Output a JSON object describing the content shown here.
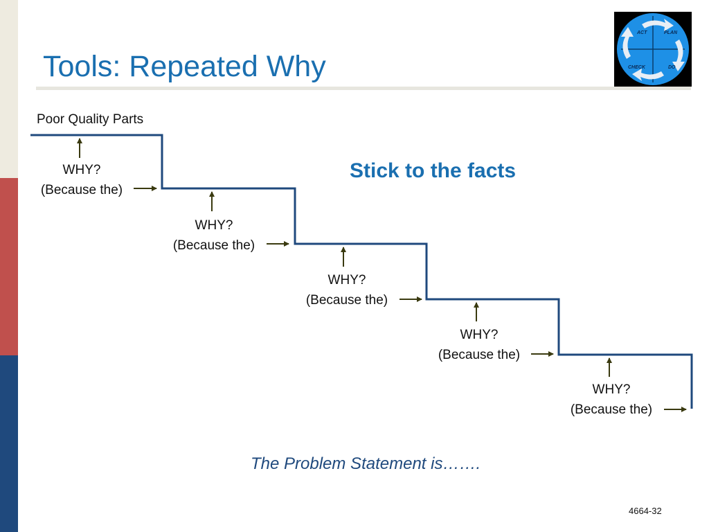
{
  "slide": {
    "title": "Tools: Repeated Why",
    "start_label": "Poor Quality Parts",
    "steps": [
      {
        "why": "WHY?",
        "because": "(Because the)"
      },
      {
        "why": "WHY?",
        "because": "(Because the)"
      },
      {
        "why": "WHY?",
        "because": "(Because the)"
      },
      {
        "why": "WHY?",
        "because": "(Because the)"
      },
      {
        "why": "WHY?",
        "because": "(Because the)"
      }
    ],
    "callout": "Stick to the facts",
    "problem_statement": "The Problem Statement is…….",
    "page_number": "4664-32"
  },
  "logo": {
    "labels": {
      "act": "ACT",
      "plan": "PLAN",
      "check": "CHECK",
      "do": "DO"
    },
    "icon": "pdca-cycle-icon"
  },
  "colors": {
    "accent": "#1a6fb0",
    "step_line": "#1f497d",
    "arrow": "#3a3a10",
    "sidebar_cream": "#eeebe0",
    "sidebar_red": "#c0504d",
    "sidebar_blue": "#1f497d"
  }
}
